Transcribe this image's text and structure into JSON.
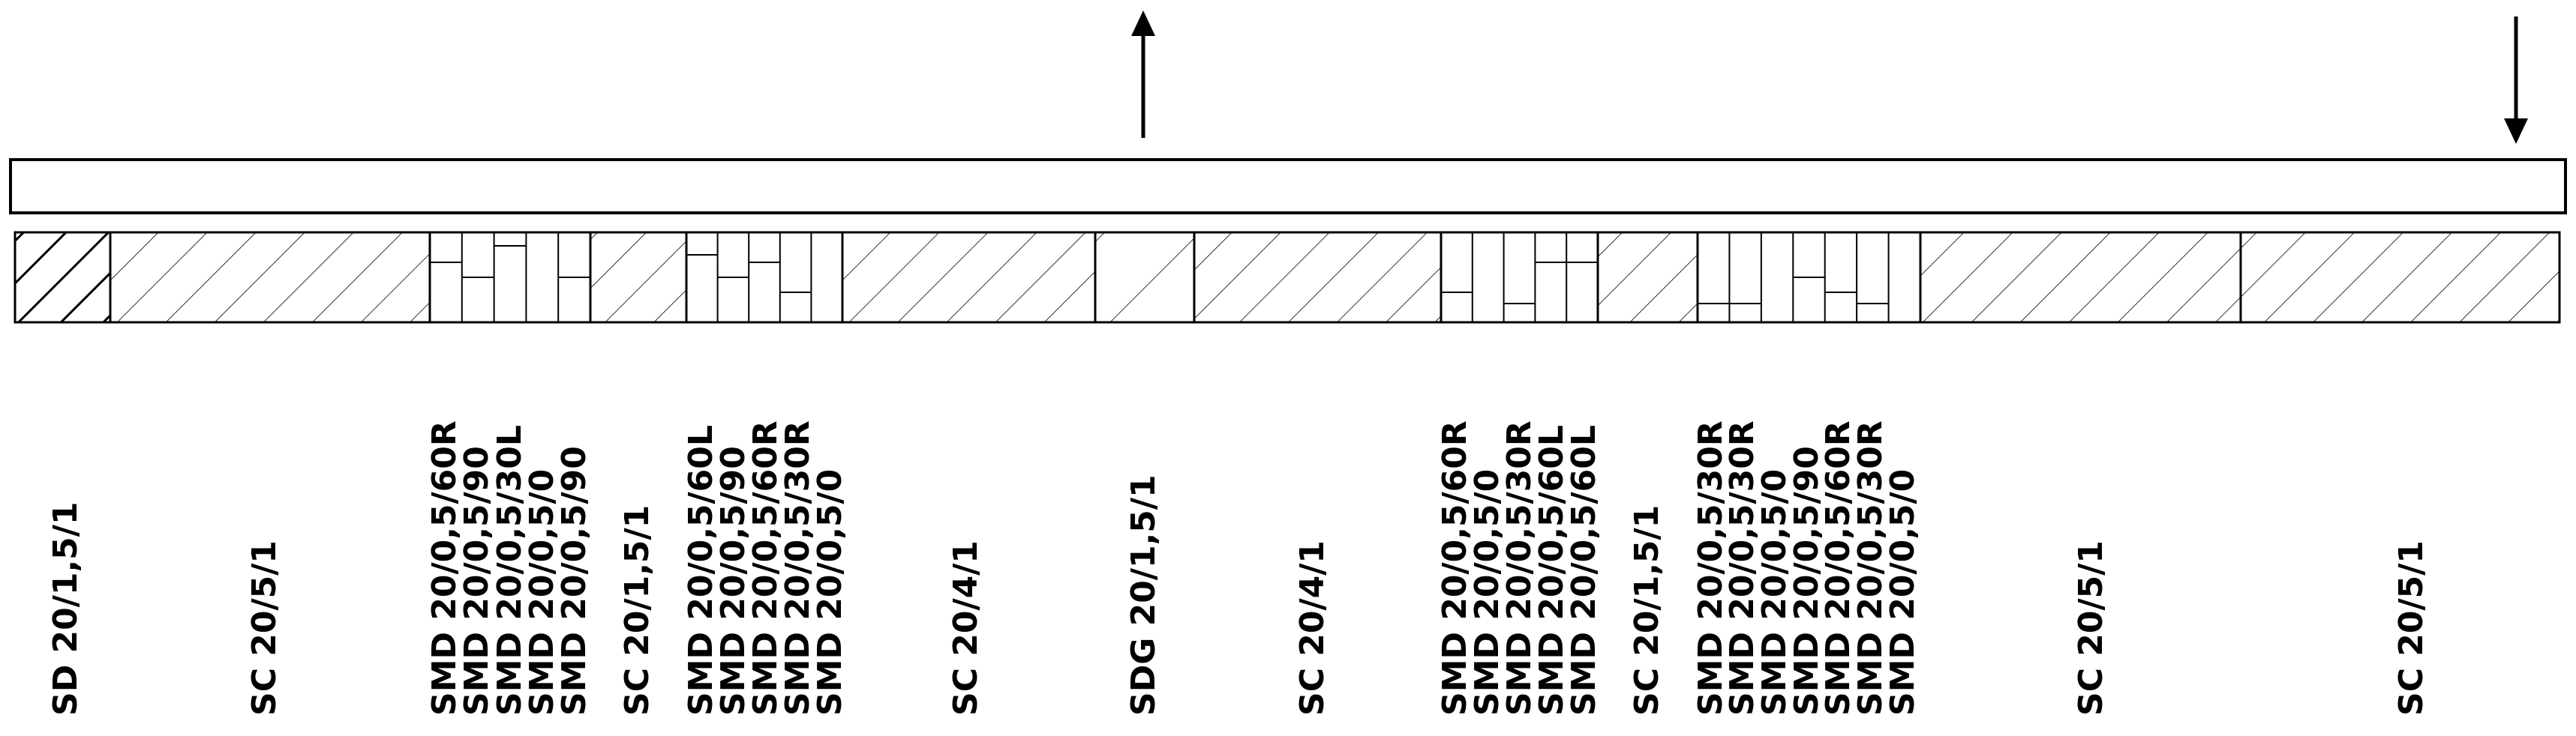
{
  "diagram": {
    "arrows": [
      {
        "name": "up-arrow-icon",
        "direction": "up"
      },
      {
        "name": "down-arrow-icon",
        "direction": "down"
      }
    ],
    "segments": [
      {
        "type": "hatch-bold",
        "labels": [
          "SD 20/1,5/1"
        ]
      },
      {
        "type": "hatch",
        "labels": [
          "SC 20/5/1"
        ]
      },
      {
        "type": "strips",
        "labels": [
          "SMD 20/0,5/60R",
          "SMD 20/0,5/90",
          "SMD 20/0,5/30L",
          "SMD 20/0,5/0",
          "SMD 20/0,5/90"
        ]
      },
      {
        "type": "hatch",
        "labels": [
          "SC 20/1,5/1"
        ]
      },
      {
        "type": "strips",
        "labels": [
          "SMD 20/0,5/60L",
          "SMD 20/0,5/90",
          "SMD 20/0,5/60R",
          "SMD 20/0,5/30R",
          "SMD 20/0,5/0"
        ]
      },
      {
        "type": "hatch",
        "labels": [
          "SC 20/4/1"
        ]
      },
      {
        "type": "hatch-sparse",
        "labels": [
          "SDG 20/1,5/1"
        ]
      },
      {
        "type": "hatch",
        "labels": [
          "SC 20/4/1"
        ]
      },
      {
        "type": "strips",
        "labels": [
          "SMD 20/0,5/60R",
          "SMD 20/0,5/0",
          "SMD 20/0,5/30R",
          "SMD 20/0,5/60L",
          "SMD 20/0,5/60L"
        ]
      },
      {
        "type": "hatch",
        "labels": [
          "SC 20/1,5/1"
        ]
      },
      {
        "type": "strips",
        "labels": [
          "SMD 20/0,5/30R",
          "SMD 20/0,5/30R",
          "SMD 20/0,5/0",
          "SMD 20/0,5/90",
          "SMD 20/0,5/60R",
          "SMD 20/0,5/30R",
          "SMD 20/0,5/0"
        ]
      },
      {
        "type": "hatch",
        "labels": [
          "SC 20/5/1"
        ]
      },
      {
        "type": "hatch",
        "labels": [
          "SC 20/5/1"
        ]
      }
    ]
  }
}
